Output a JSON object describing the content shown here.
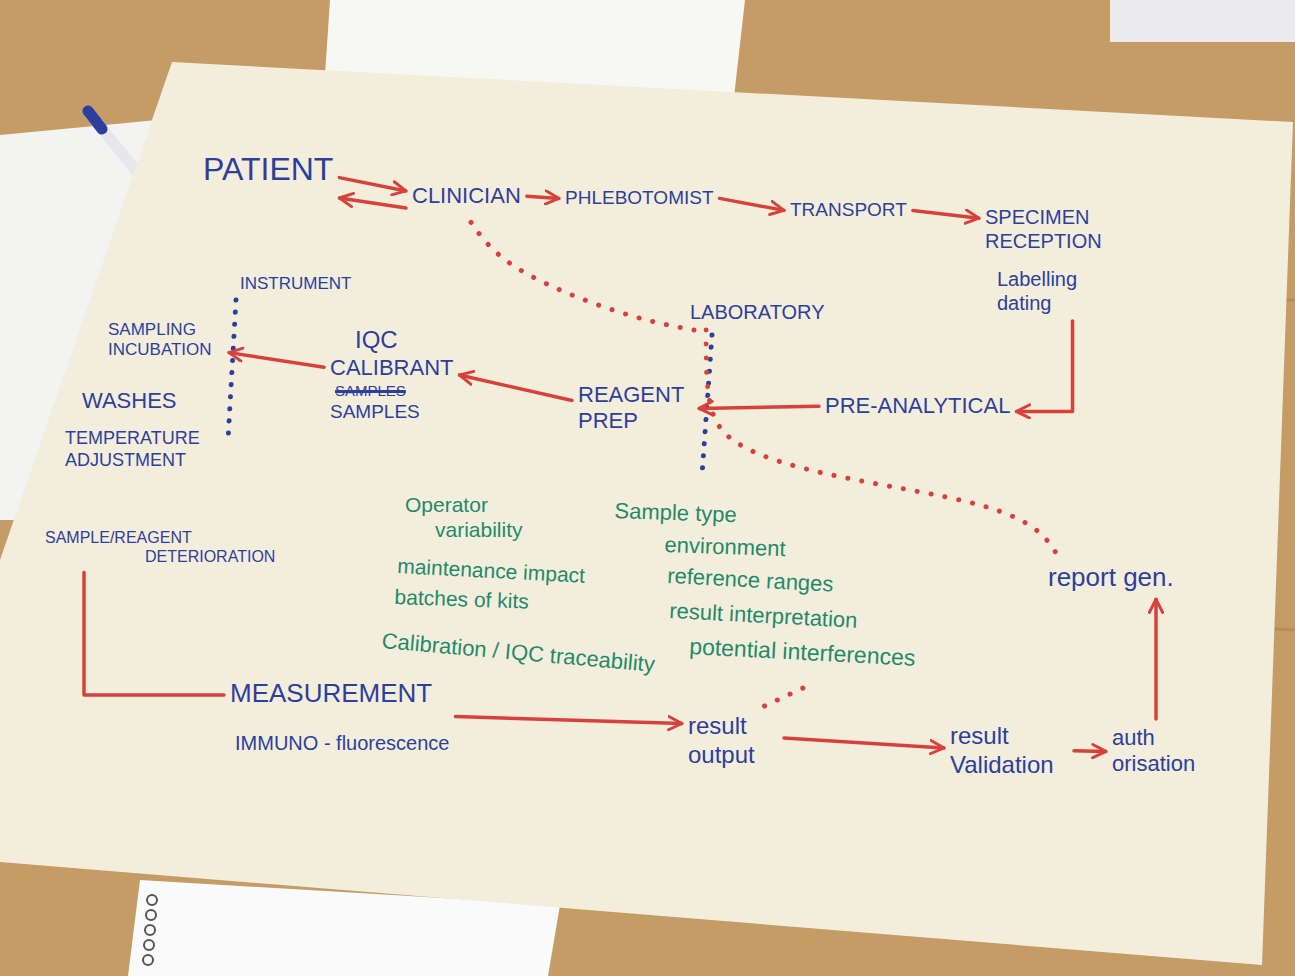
{
  "diagram": {
    "nodes": [
      {
        "text": [
          "PATIENT"
        ]
      },
      {
        "text": [
          "CLINICIAN"
        ]
      },
      {
        "text": [
          "PHLEBOTOMIST"
        ]
      },
      {
        "text": [
          "TRANSPORT"
        ]
      },
      {
        "text": [
          "SPECIMEN RECEPTION",
          "Labelling dating"
        ]
      },
      {
        "text": [
          "SAMPLING INCUBATION"
        ]
      },
      {
        "text": [
          "LABORATORY"
        ]
      },
      {
        "text": [
          "IQC",
          "CALIBRANT",
          "SAMPLES"
        ]
      },
      {
        "text": [
          "REAGENT PREP"
        ]
      },
      {
        "text": [
          "PRE-ANALYTICAL"
        ]
      },
      {
        "text": [
          "WASHES"
        ]
      },
      {
        "text": [
          "TEMPERATURE ADJUSTMENT"
        ]
      },
      {
        "text": [
          "SAMPLE/REAGENT DETERIORATION"
        ]
      },
      {
        "text": [
          "Operator variability",
          "maintenance impact",
          "batches of kits",
          "Calibration / IQC traceability",
          "Sample type",
          "environment",
          "reference ranges",
          "result interpretation",
          "potential interferences"
        ]
      },
      {
        "text": [
          "report gen."
        ]
      },
      {
        "text": [
          "MEASUREMENT",
          "IMMUNO - fluorescence"
        ]
      },
      {
        "text": [
          "result output"
        ]
      },
      {
        "text": [
          "result Validation"
        ]
      },
      {
        "text": [
          "auth orisation"
        ]
      }
    ],
    "edges": [
      {
        "from": 0,
        "to": 1,
        "arrow": "to"
      },
      {
        "from": 1,
        "to": 0,
        "arrow": "to"
      },
      {
        "from": 1,
        "to": 2,
        "arrow": "to"
      },
      {
        "from": 2,
        "to": 3,
        "arrow": "to"
      },
      {
        "from": 3,
        "to": 4,
        "arrow": "to"
      },
      {
        "from": 4,
        "to": 9,
        "arrow": "to"
      },
      {
        "from": 9,
        "to": 8,
        "arrow": "to"
      },
      {
        "from": 8,
        "to": 7,
        "arrow": "to"
      },
      {
        "from": 7,
        "to": 5,
        "arrow": "to"
      },
      {
        "from": 12,
        "to": 15,
        "arrow": "none"
      },
      {
        "from": 15,
        "to": 16,
        "arrow": "to"
      },
      {
        "from": 16,
        "to": 17,
        "arrow": "to"
      },
      {
        "from": 17,
        "to": 18,
        "arrow": "to"
      },
      {
        "from": 18,
        "to": 14,
        "arrow": "to"
      },
      {
        "from": 6,
        "to": 1,
        "arrow": "none"
      },
      {
        "from": 6,
        "to": 14,
        "arrow": "none"
      },
      {
        "from": 16,
        "to": 13,
        "arrow": "none"
      }
    ],
    "labels": [
      "INSTRUMENT",
      "SAMPLES"
    ]
  }
}
